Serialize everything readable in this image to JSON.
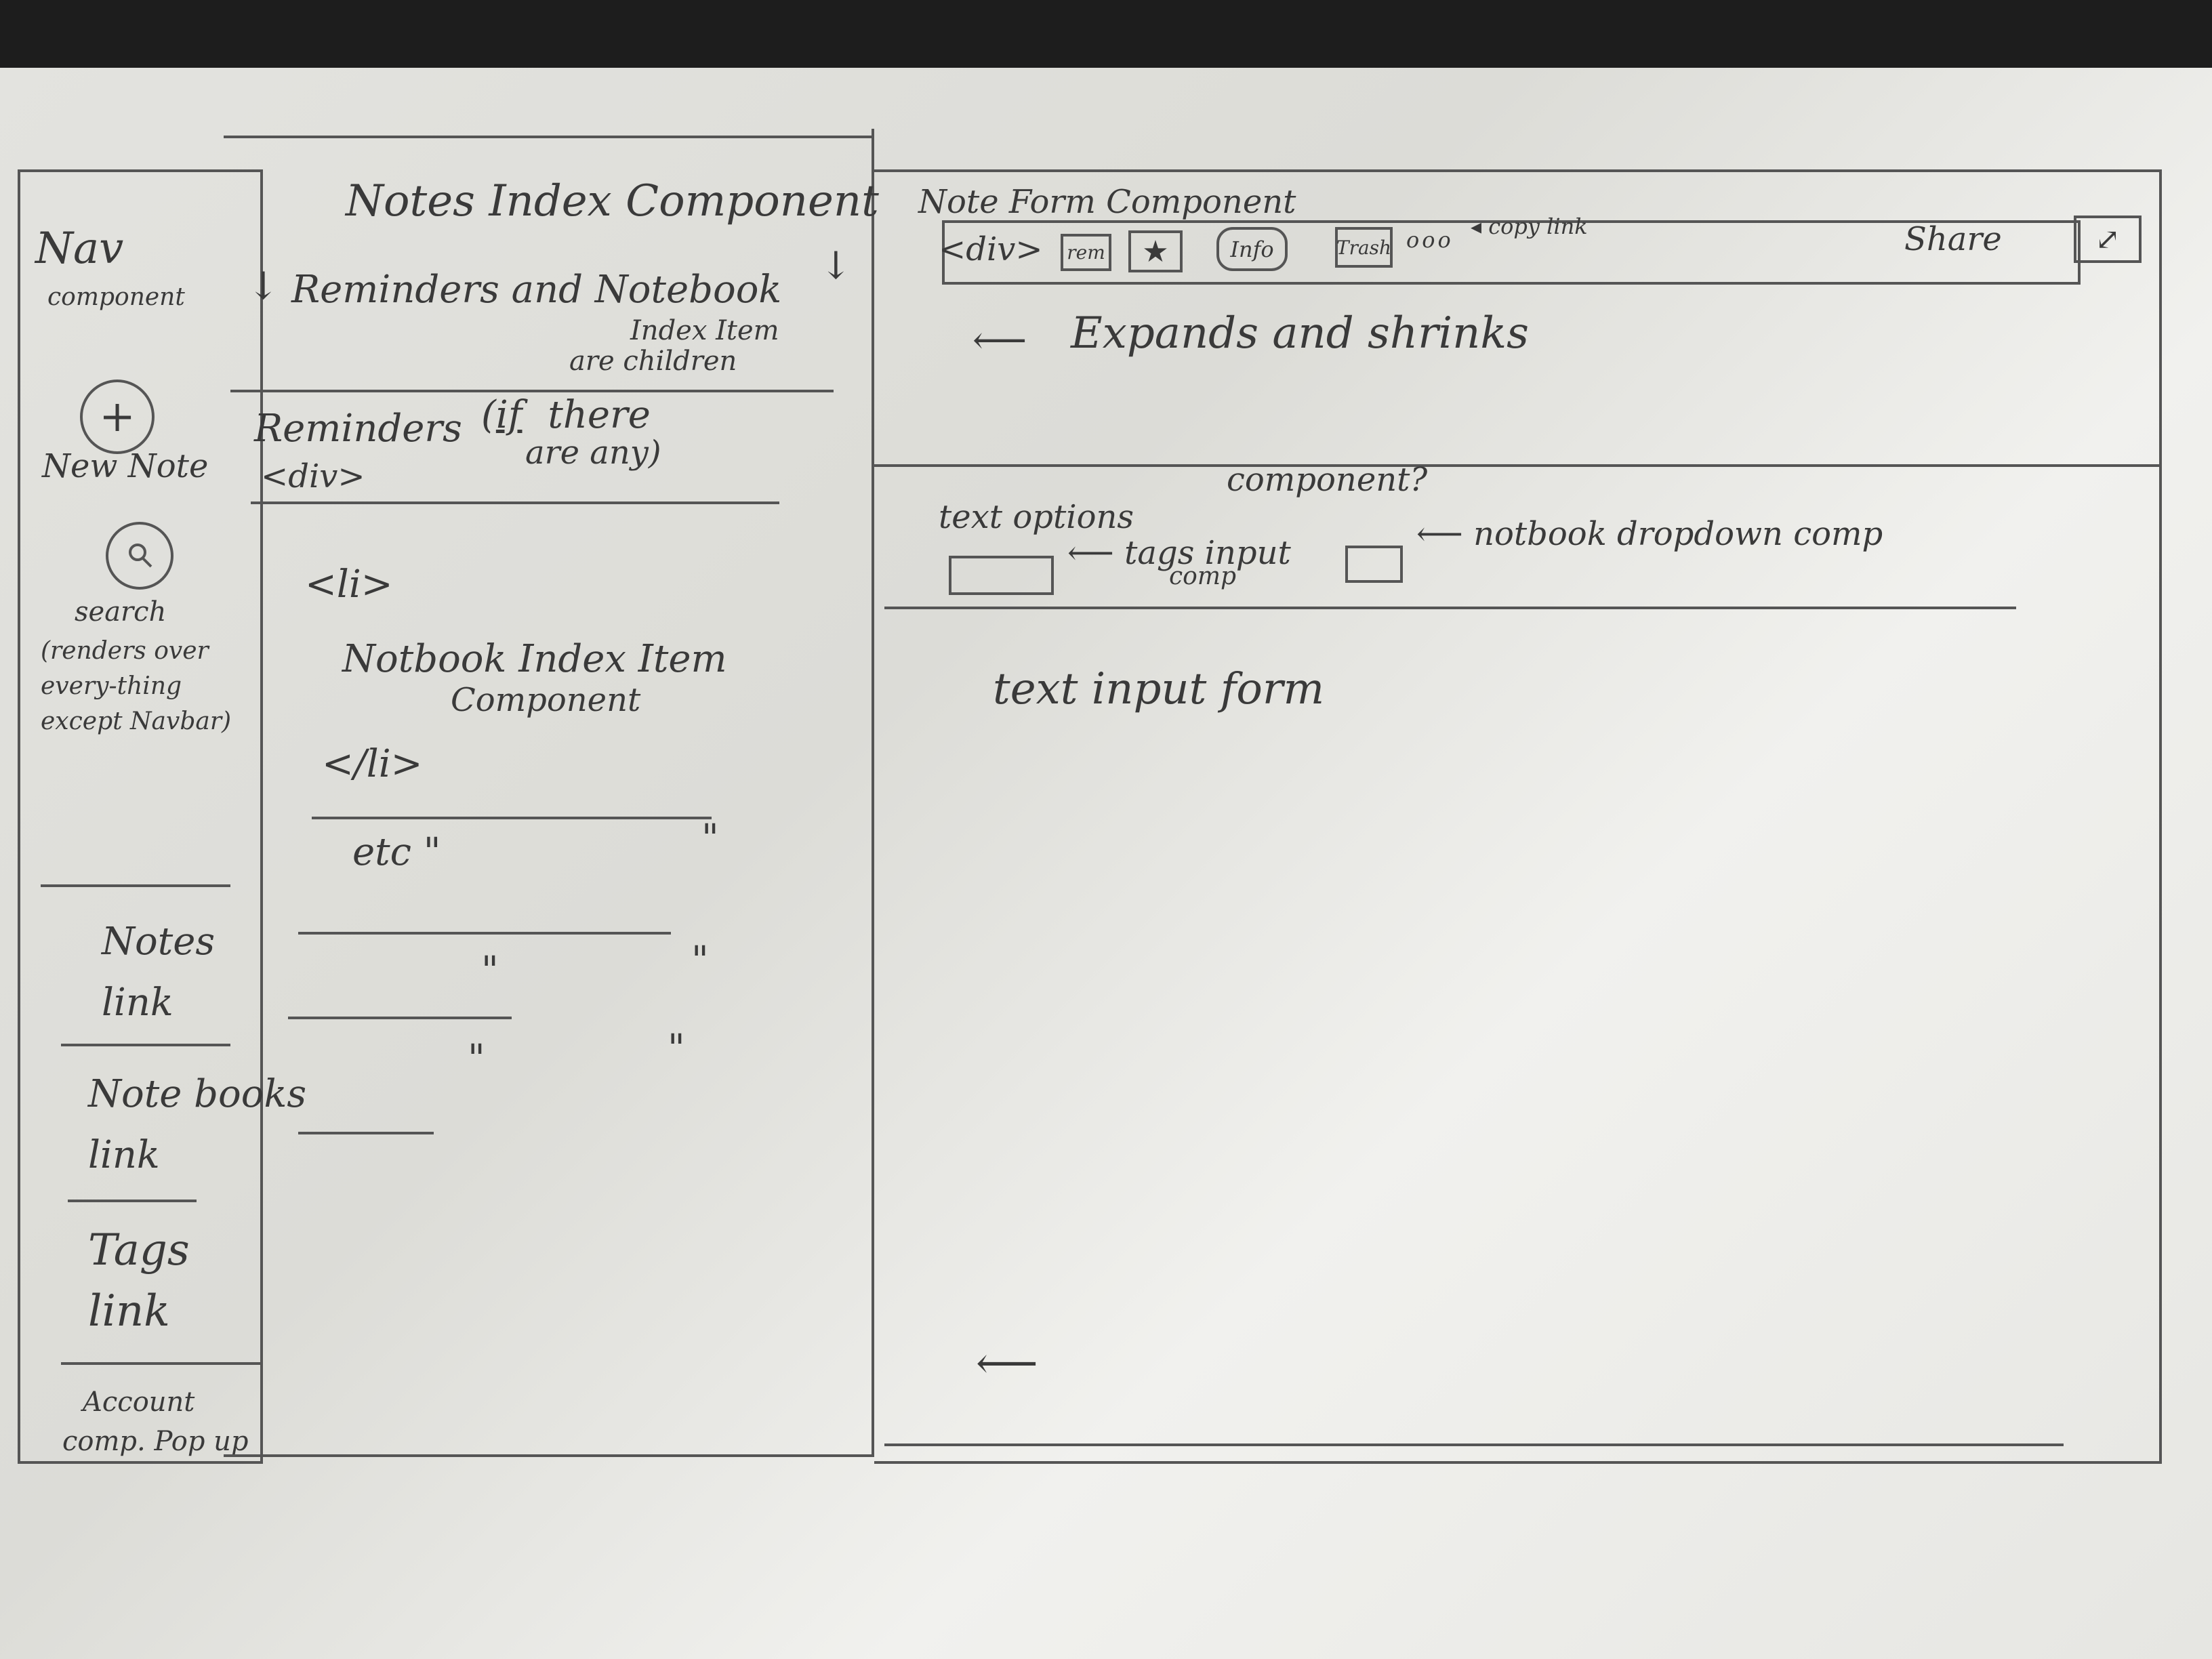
{
  "nav": {
    "title": "Nav",
    "subtitle": "component",
    "new_note_label": "New Note",
    "new_note_icon": "+",
    "search_label": "search",
    "search_note": "(renders over every-thing except Navbar)",
    "notes_link_line1": "Notes",
    "notes_link_line2": "link",
    "notebooks_link_line1": "Note books",
    "notebooks_link_line2": "link",
    "tags_link_line1": "Tags",
    "tags_link_line2": "link",
    "account_line1": "Account",
    "account_line2": "comp. Pop up"
  },
  "index": {
    "title": "Notes Index Component",
    "subtitle": "Reminders and Notebook",
    "subtitle2": "Index Item",
    "subtitle3": "are children",
    "reminders_label": "Reminders",
    "reminders_div": "<div>",
    "reminders_note_prefix": "(",
    "reminders_note_if": "if",
    "reminders_note_rest": "there",
    "reminders_note_line2": "are any)",
    "li_open": "<li>",
    "item_label": "Notbook Index Item",
    "item_sub": "Component",
    "li_close": "</li>",
    "etc": "etc \"",
    "ditto": "\""
  },
  "form": {
    "title": "Note Form Component",
    "div_tag": "<div>",
    "toolbar": {
      "rem": "rem",
      "star": "★",
      "info": "Info",
      "trash": "Trash",
      "more": "ooo",
      "copy_link": "copy link",
      "share": "Share",
      "expand_icon": "⤢"
    },
    "expands_note": "Expands and shrinks",
    "text_options": "text options",
    "component_q": "component?",
    "tags_input": "tags input",
    "tags_comp": "comp",
    "notebook_dropdown": "notbook dropdown comp",
    "text_input_form": "text input form"
  },
  "colors": {
    "ink": "#3a3a3a",
    "paper": "#e3e3df",
    "background": "#1d1d1d"
  }
}
